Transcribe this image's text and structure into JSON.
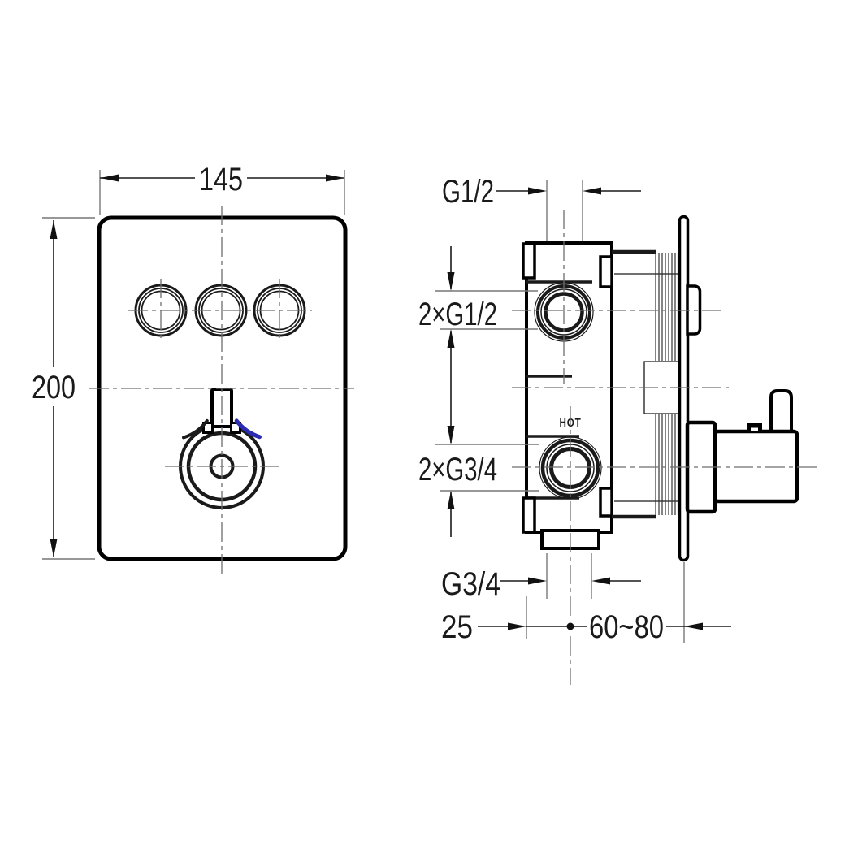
{
  "front_view": {
    "width_dim": "145",
    "height_dim": "200"
  },
  "side_view": {
    "top_outlet_thread": "G1/2",
    "side_ports_thread": "2×G1/2",
    "inlet_ports_thread": "2×G3/4",
    "bottom_outlet_thread": "G3/4",
    "offset_dim": "25",
    "install_depth_range": "60~80",
    "hot_marking": "HOT"
  },
  "colors": {
    "line": "#000000",
    "centerline": "#6e6e6e",
    "rotation_arrow_blue": "#2b2bb4",
    "background": "#ffffff"
  }
}
